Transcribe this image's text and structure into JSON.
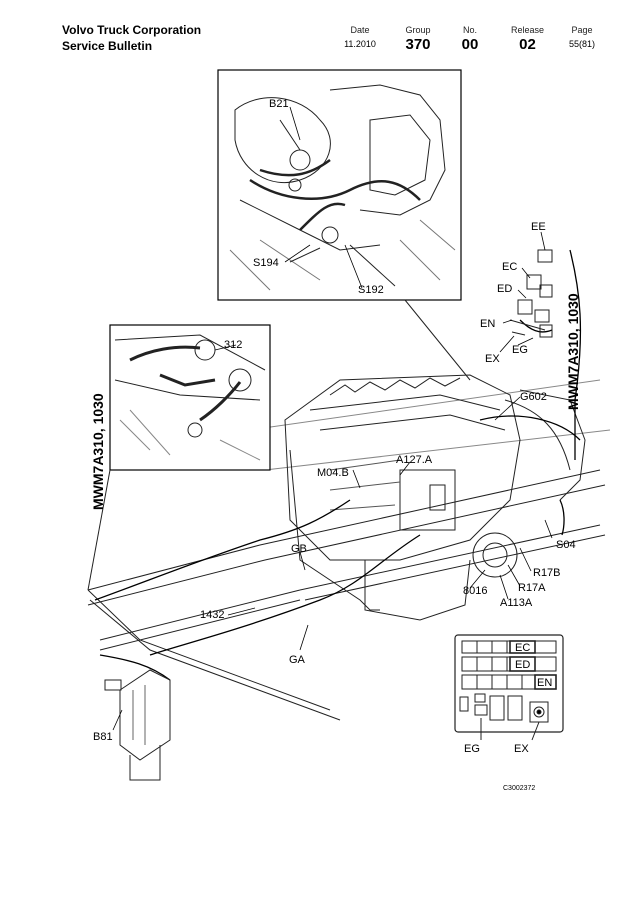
{
  "header": {
    "company": "Volvo Truck Corporation",
    "doc_type": "Service Bulletin",
    "date_label": "Date",
    "date_value": "11.2010",
    "group_label": "Group",
    "group_value": "370",
    "no_label": "No.",
    "no_value": "00",
    "release_label": "Release",
    "release_value": "02",
    "page_label": "Page",
    "page_value": "55(81)"
  },
  "figure": {
    "model_code_left": "MWM7A310, 1030",
    "model_code_right": "MWM7A310, 1030",
    "labels": {
      "b21": "B21",
      "s194": "S194",
      "s192": "S192",
      "ee": "EE",
      "ec": "EC",
      "ed": "ED",
      "en": "EN",
      "ex": "EX",
      "eg": "EG",
      "g602": "G602",
      "l312": "312",
      "a127": "A127.A",
      "m04": "M04.B",
      "s04": "S04",
      "r17b": "R17B",
      "r17a": "R17A",
      "a113": "A113A",
      "l8016": "8016",
      "gb": "GB",
      "l1432": "1432",
      "ga": "GA",
      "b81": "B81",
      "panel_ec": "EC",
      "panel_ed": "ED",
      "panel_en": "EN",
      "panel_eg": "EG",
      "panel_ex": "EX"
    },
    "figure_id": "C3002372"
  }
}
